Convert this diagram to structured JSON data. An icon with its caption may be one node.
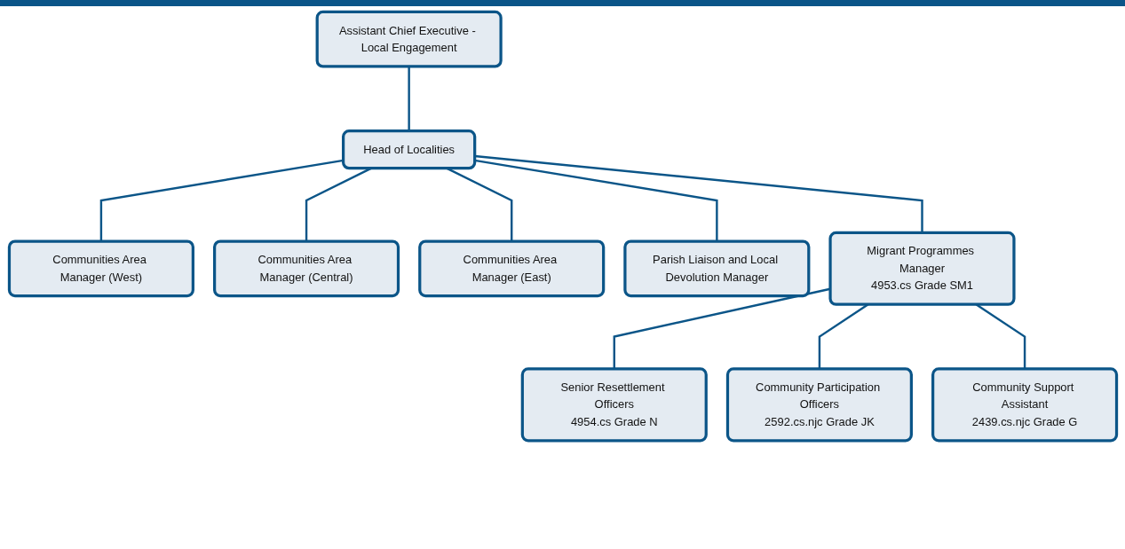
{
  "diagram": {
    "nodes": [
      {
        "text": [
          "Assistant Chief Executive - Local Engagement"
        ]
      },
      {
        "text": [
          "Head of Localities"
        ]
      },
      {
        "text": [
          "Communities Area Manager (West)"
        ]
      },
      {
        "text": [
          "Communities Area Manager (Central)"
        ]
      },
      {
        "text": [
          "Communities Area Manager (East)"
        ]
      },
      {
        "text": [
          "Parish Liaison and Local Devolution Manager"
        ]
      },
      {
        "text": [
          "Migrant Programmes Manager",
          "4953.cs Grade SM1"
        ]
      },
      {
        "text": [
          "Senior Resettlement Officers",
          "4954.cs Grade N"
        ]
      },
      {
        "text": [
          "Community Participation Officers",
          "2592.cs.njc Grade JK"
        ]
      },
      {
        "text": [
          "Community Support Assistant",
          "2439.cs.njc Grade G"
        ]
      }
    ],
    "edges": [
      {
        "from": 0,
        "to": 1,
        "arrow": "none"
      },
      {
        "from": 1,
        "to": 2,
        "arrow": "none"
      },
      {
        "from": 1,
        "to": 3,
        "arrow": "none"
      },
      {
        "from": 1,
        "to": 4,
        "arrow": "none"
      },
      {
        "from": 1,
        "to": 5,
        "arrow": "none"
      },
      {
        "from": 1,
        "to": 6,
        "arrow": "none"
      },
      {
        "from": 6,
        "to": 7,
        "arrow": "none"
      },
      {
        "from": 6,
        "to": 8,
        "arrow": "none"
      },
      {
        "from": 6,
        "to": 9,
        "arrow": "none"
      }
    ]
  }
}
